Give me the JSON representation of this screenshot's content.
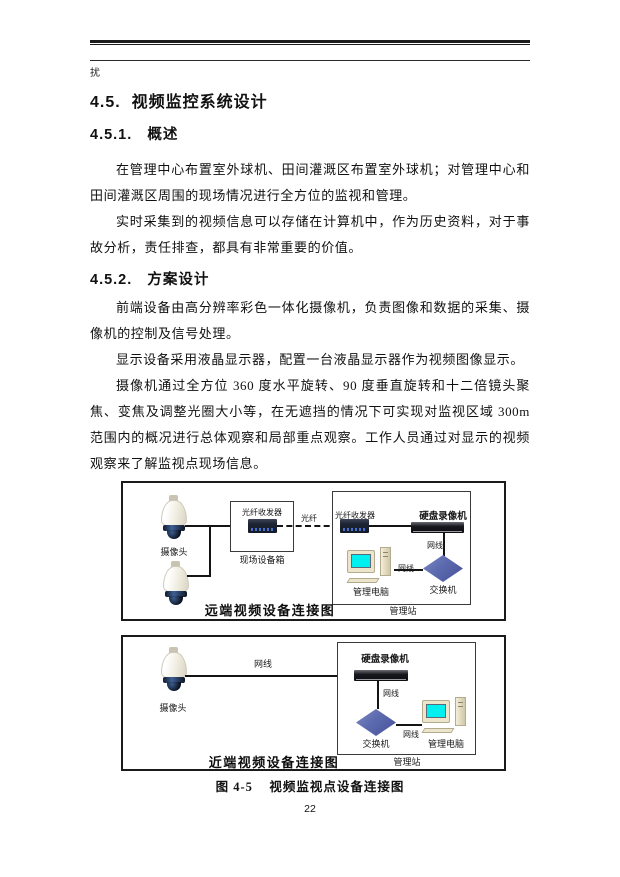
{
  "page": {
    "header_mark": "扰",
    "page_number": "22"
  },
  "headings": {
    "h1": "4.5.  视频监控系统设计",
    "h2a": "4.5.1.   概述",
    "h2b": "4.5.2.   方案设计"
  },
  "paragraphs": {
    "p1": "在管理中心布置室外球机、田间灌溉区布置室外球机；对管理中心和田间灌溉区周围的现场情况进行全方位的监视和管理。",
    "p2": "实时采集到的视频信息可以存储在计算机中，作为历史资料，对于事故分析，责任排查，都具有非常重要的价值。",
    "p3": "前端设备由高分辨率彩色一体化摄像机，负责图像和数据的采集、摄像机的控制及信号处理。",
    "p4": "显示设备采用液晶显示器，配置一台液晶显示器作为视频图像显示。",
    "p5": "摄像机通过全方位 360 度水平旋转、90 度垂直旋转和十二倍镜头聚焦、变焦及调整光圈大小等，在无遮挡的情况下可实现对监视区域 300m 范围内的概况进行总体观察和局部重点观察。工作人员通过对显示的视频观察来了解监视点现场信息。"
  },
  "figure": {
    "caption": "图 4-5    视频监视点设备连接图",
    "remote": {
      "title": "远端视频设备连接图",
      "camera_label": "摄像头",
      "field_box_label": "现场设备箱",
      "transceiver_a_label": "光纤收发器",
      "transceiver_b_label": "光纤收发器",
      "fiber_label": "光纤",
      "dvr_label": "硬盘录像机",
      "net_a_label": "网线",
      "net_b_label": "网线",
      "switch_label": "交换机",
      "pc_label": "管理电脑",
      "station_label": "管理站"
    },
    "local": {
      "title": "近端视频设备连接图",
      "camera_label": "摄像头",
      "net_a_label": "网线",
      "net_b_label": "网线",
      "net_c_label": "网线",
      "dvr_label": "硬盘录像机",
      "switch_label": "交换机",
      "pc_label": "管理电脑",
      "station_label": "管理站"
    }
  },
  "colors": {
    "switch_fill": "#5b69ae",
    "switch_shade": "#323d73",
    "screen": "#00efef",
    "beige": "#ece5cb",
    "line": "#141414",
    "dvr_dark": "#0d0d12"
  }
}
